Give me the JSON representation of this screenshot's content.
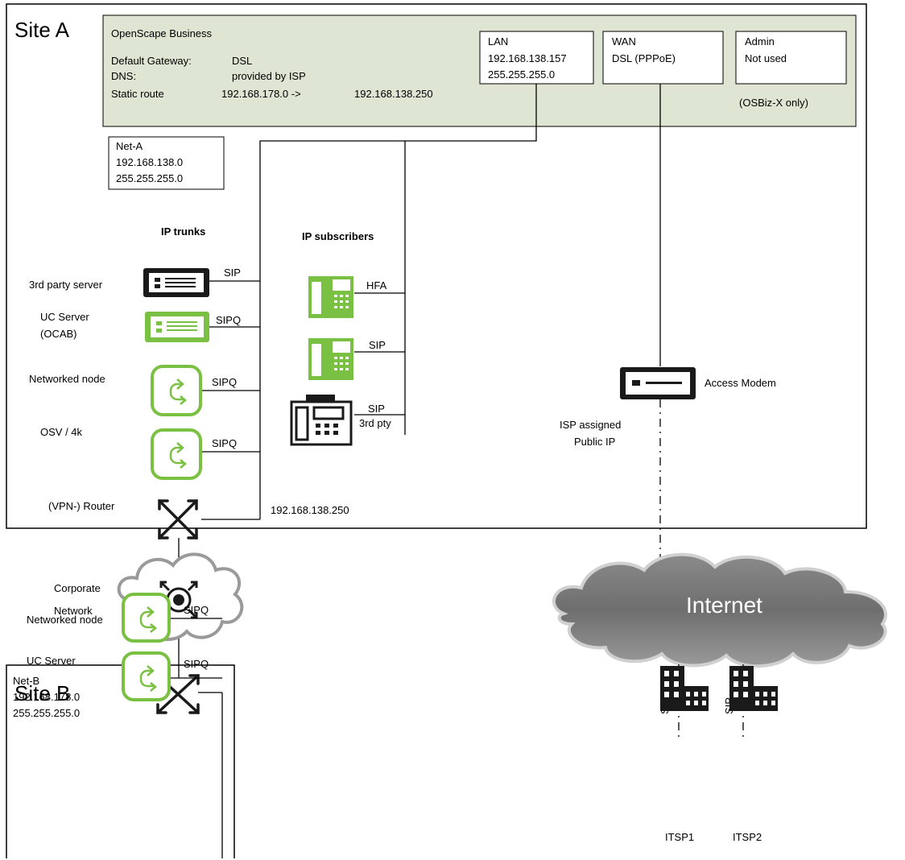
{
  "site_a": {
    "title": "Site A",
    "osbiz": {
      "title": "OpenScape Business",
      "rows": [
        {
          "label": "Default Gateway:",
          "value": "DSL",
          "extra": ""
        },
        {
          "label": "DNS:",
          "value": "provided by ISP",
          "extra": ""
        },
        {
          "label": "Static route",
          "value": "192.168.178.0 ->",
          "extra": "192.168.138.250"
        }
      ],
      "lan": {
        "title": "LAN",
        "ip": "192.168.138.157",
        "mask": "255.255.255.0"
      },
      "wan": {
        "title": "WAN",
        "mode": "DSL (PPPoE)"
      },
      "admin": {
        "title": "Admin",
        "status": "Not used"
      },
      "note": "(OSBiz-X only)"
    },
    "net": {
      "title": "Net-A",
      "ip": "192.168.138.0",
      "mask": "255.255.255.0"
    },
    "ip_trunks_heading": "IP trunks",
    "ip_subscribers_heading": "IP subscribers",
    "trunks": [
      {
        "label": "3rd party server",
        "protocol": "SIP",
        "icon": "server-icon",
        "color": "#1a1a1a"
      },
      {
        "label": "UC Server",
        "label2": "(OCAB)",
        "protocol": "SIPQ",
        "icon": "server-icon",
        "color": "#7ac143"
      },
      {
        "label": "Networked node",
        "protocol": "SIPQ",
        "icon": "node-icon",
        "color": "#7ac143"
      },
      {
        "label": "OSV / 4k",
        "protocol": "SIPQ",
        "icon": "node-icon",
        "color": "#7ac143"
      }
    ],
    "subscribers": [
      {
        "protocol": "HFA",
        "protocol2": "",
        "icon": "phone-icon",
        "color": "#7ac143"
      },
      {
        "protocol": "SIP",
        "protocol2": "",
        "icon": "phone-icon",
        "color": "#7ac143"
      },
      {
        "protocol": "SIP",
        "protocol2": "3rd pty",
        "icon": "phone-icon",
        "color": "#1a1a1a"
      }
    ],
    "router": {
      "label": "(VPN-) Router",
      "ip": "192.168.138.250"
    },
    "modem": {
      "label": "Access Modem",
      "public_ip_line1": "ISP assigned",
      "public_ip_line2": "Public IP"
    }
  },
  "corporate_network": {
    "line1": "Corporate",
    "line2": "Network"
  },
  "internet": {
    "label": "Internet"
  },
  "itsps": [
    {
      "label": "ITSP1",
      "protocol": "SIP"
    },
    {
      "label": "ITSP2",
      "protocol": "SIP"
    }
  ],
  "site_b": {
    "title": "Site B",
    "nodes": [
      {
        "label": "Networked node",
        "protocol": "SIPQ"
      },
      {
        "label": "UC Server",
        "protocol": "SIPQ"
      }
    ],
    "net": {
      "title": "Net-B",
      "ip": "192.168.178.0",
      "mask": "255.255.255.0"
    }
  },
  "colors": {
    "green_box": "#dfe5d3",
    "accent_green": "#7ac143",
    "dark": "#1a1a1a",
    "cloud_gray": "#9a9a9a"
  }
}
